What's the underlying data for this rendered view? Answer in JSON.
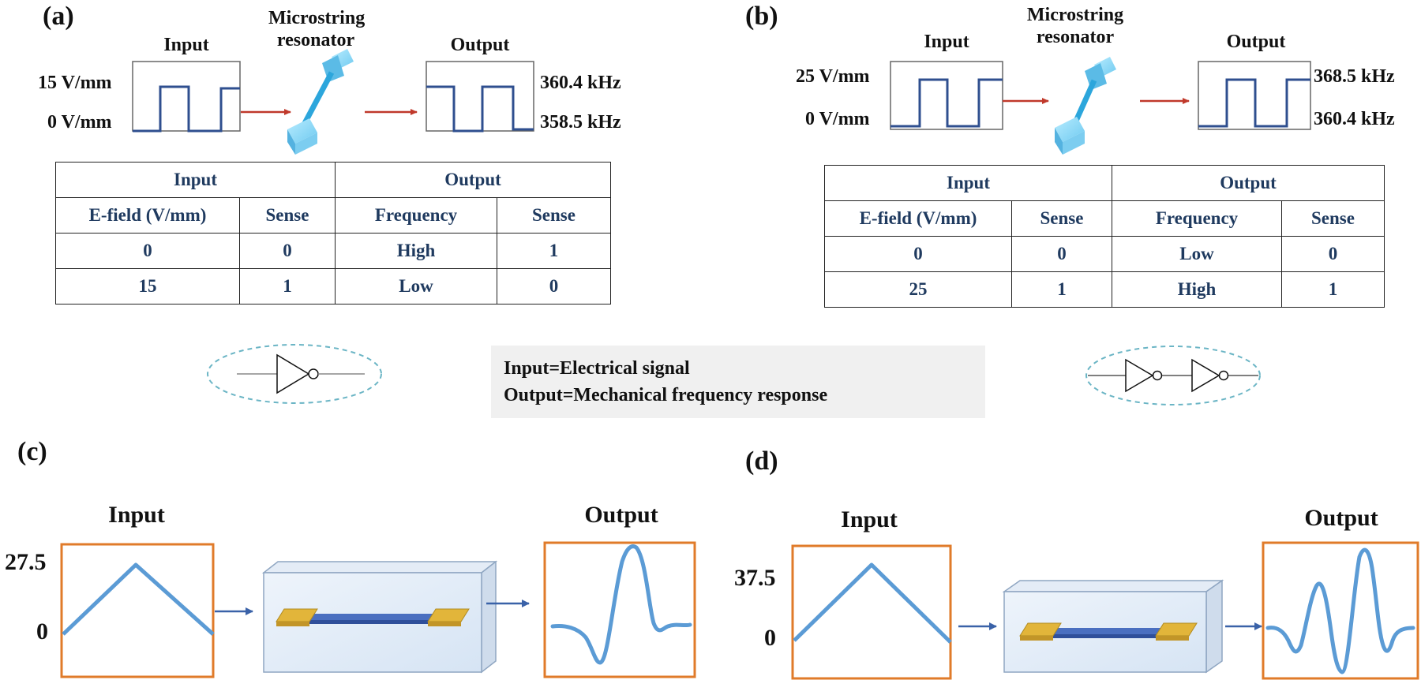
{
  "panels": {
    "a": {
      "label": "(a)",
      "input_title": "Input",
      "device_title": [
        "Microstring",
        "resonator"
      ],
      "output_title": "Output",
      "input_high": "15 V/mm",
      "input_low": "0 V/mm",
      "output_top": "360.4 kHz",
      "output_bottom": "358.5 kHz",
      "table": {
        "group_headers": [
          "Input",
          "Output"
        ],
        "column_headers": [
          "E-field (V/mm)",
          "Sense",
          "Frequency",
          "Sense"
        ],
        "rows": [
          [
            "0",
            "0",
            "High",
            "1"
          ],
          [
            "15",
            "1",
            "Low",
            "0"
          ]
        ]
      },
      "gate": "NOT"
    },
    "b": {
      "label": "(b)",
      "input_title": "Input",
      "device_title": [
        "Microstring",
        "resonator"
      ],
      "output_title": "Output",
      "input_high": "25 V/mm",
      "input_low": "0 V/mm",
      "output_top": "368.5 kHz",
      "output_bottom": "360.4 kHz",
      "table": {
        "group_headers": [
          "Input",
          "Output"
        ],
        "column_headers": [
          "E-field (V/mm)",
          "Sense",
          "Frequency",
          "Sense"
        ],
        "rows": [
          [
            "0",
            "0",
            "Low",
            "0"
          ],
          [
            "25",
            "1",
            "High",
            "1"
          ]
        ]
      },
      "gate": "BUFFER"
    },
    "c": {
      "label": "(c)",
      "input_title": "Input",
      "output_title": "Output",
      "y_top": "27.5",
      "y_bottom": "0"
    },
    "d": {
      "label": "(d)",
      "input_title": "Input",
      "output_title": "Output",
      "y_top": "37.5",
      "y_bottom": "0"
    }
  },
  "legend": {
    "line1": "Input=Electrical signal",
    "line2": "Output=Mechanical frequency response"
  },
  "colors": {
    "signal_dark": "#2f4f8f",
    "signal_light": "#5b9bd5",
    "arrow_red": "#c0392b",
    "arrow_blue": "#3a62a8",
    "frame_orange": "#e07b2a",
    "cube": "#7fd3f5",
    "electrode": "#e2b53a",
    "table_text": "#1f3a5f"
  }
}
